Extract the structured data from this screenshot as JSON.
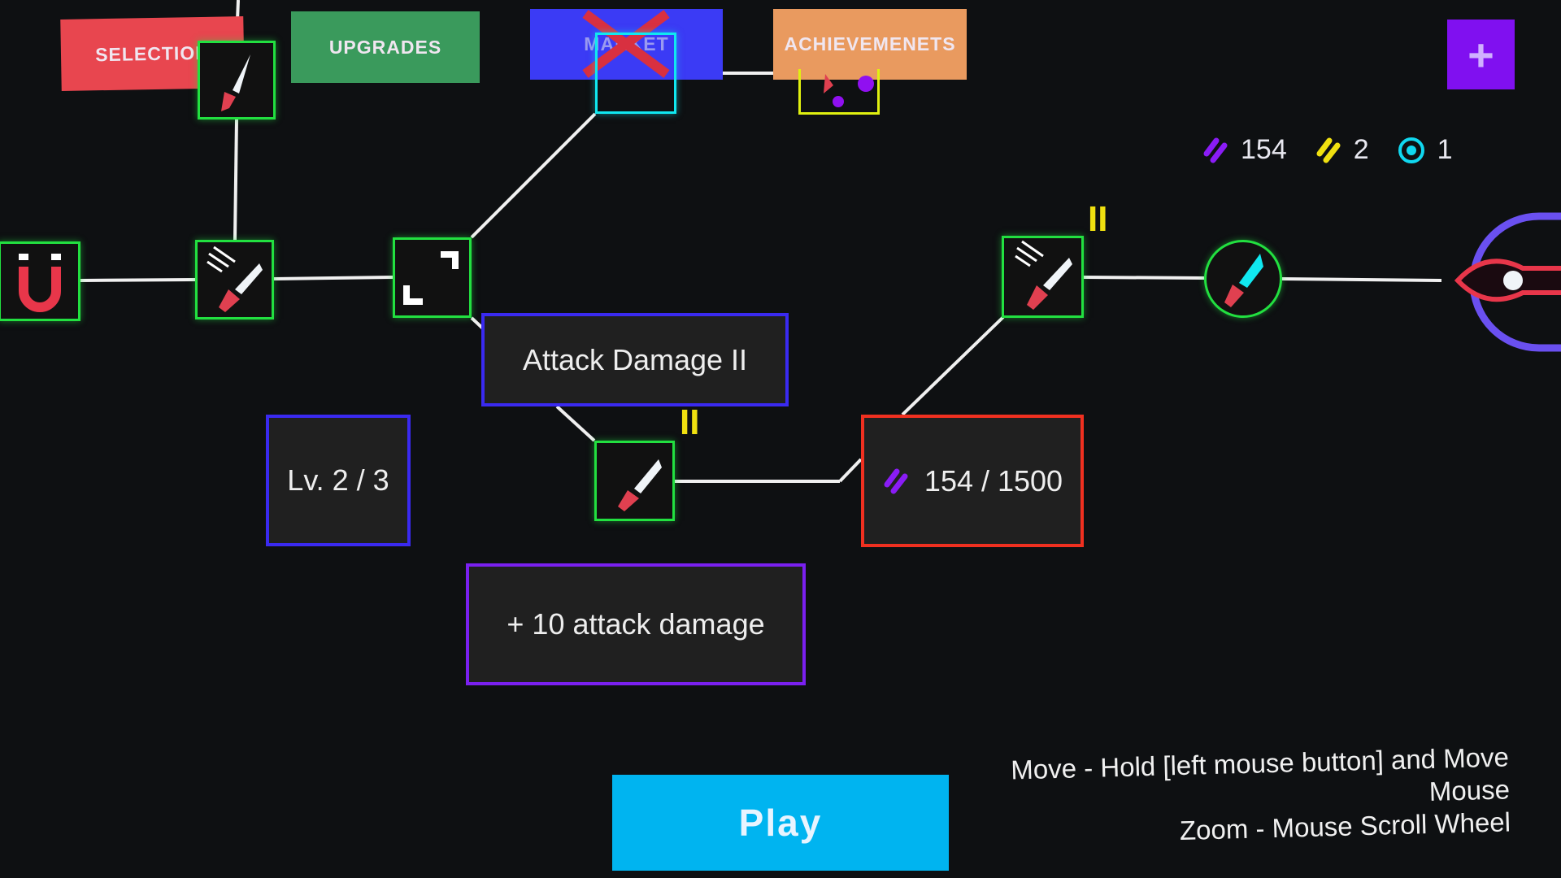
{
  "tabs": {
    "selection": "SELECTION",
    "upgrades": "UPGRADES",
    "market": "MARKET",
    "achievements": "ACHIEVEMENETS"
  },
  "add_button": "+",
  "currencies": [
    {
      "icon": "purple-shard-icon",
      "value": "154",
      "color": "#8a1cf5"
    },
    {
      "icon": "yellow-shard-icon",
      "value": "2",
      "color": "#f0e010"
    },
    {
      "icon": "target-icon",
      "value": "1",
      "color": "#10d8f0"
    }
  ],
  "tier_marks": {
    "node_right": "II",
    "node_center": "II"
  },
  "upgrade_panel": {
    "title": "Attack Damage II",
    "level": "Lv. 2 / 3",
    "cost": "154 / 1500",
    "description": "+ 10 attack damage"
  },
  "play_label": "Play",
  "help": {
    "move": "Move - Hold [left mouse button] and Move Mouse",
    "zoom": "Zoom - Mouse Scroll Wheel"
  },
  "colors": {
    "node": "#22e040",
    "selection": "#e8464f",
    "upgrades": "#3a9a5c",
    "market": "#3b3bf5",
    "achievements": "#e99a5f",
    "play": "#00b4f0"
  }
}
